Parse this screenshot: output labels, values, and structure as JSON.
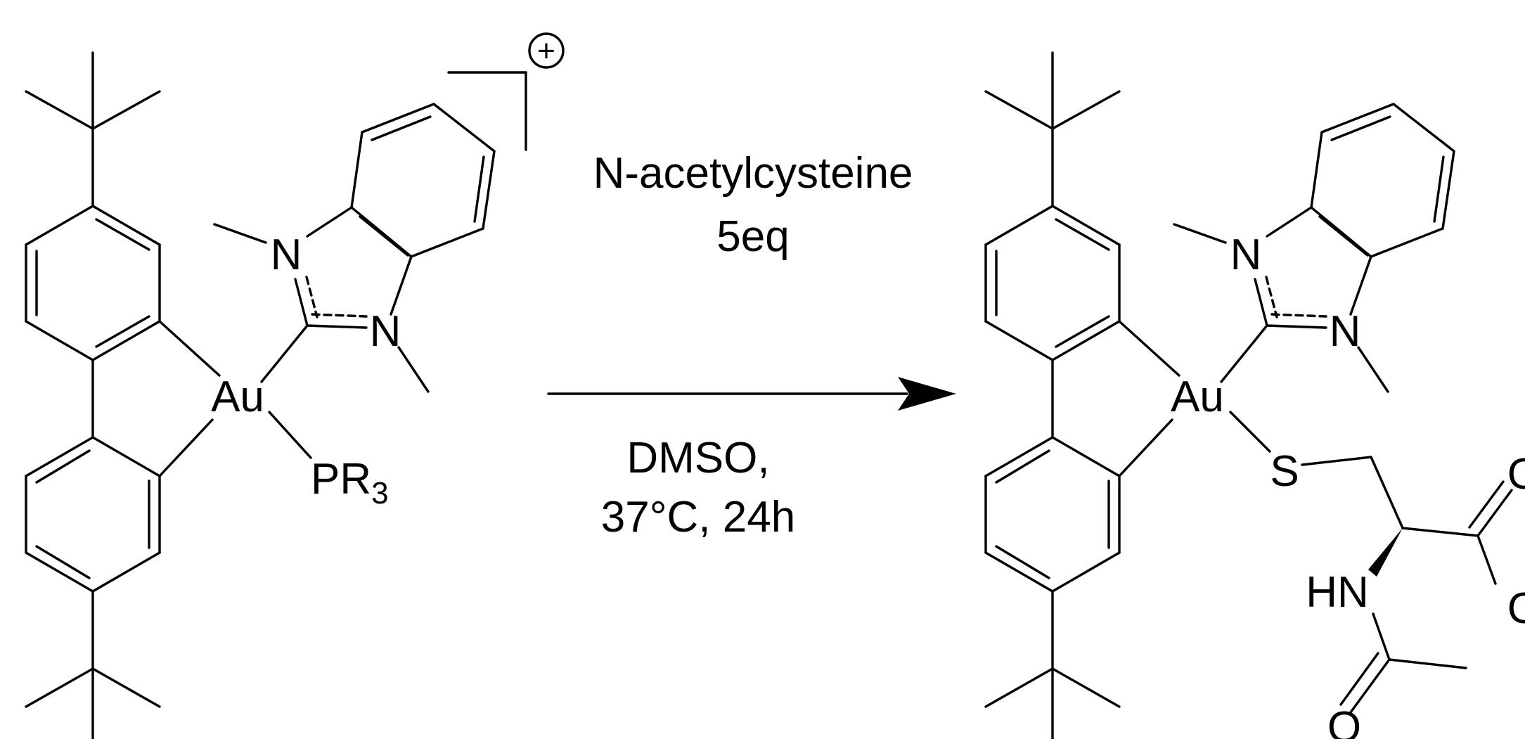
{
  "reactant": {
    "atoms": {
      "au": "Au",
      "n_top": "N",
      "n_right": "N",
      "p": "PR",
      "p_sub": "3"
    },
    "charge": "+"
  },
  "conditions": {
    "reagent_line1": "N-acetylcysteine",
    "reagent_line2": "5eq",
    "solvent_line1": "DMSO,",
    "solvent_line2": "37°C, 24h"
  },
  "product": {
    "atoms": {
      "au": "Au",
      "n_top": "N",
      "n_right": "N",
      "s": "S",
      "nh": "HN",
      "o_carbonyl": "O",
      "o_acid_top": "O",
      "o_acid_bottom": "O"
    }
  }
}
